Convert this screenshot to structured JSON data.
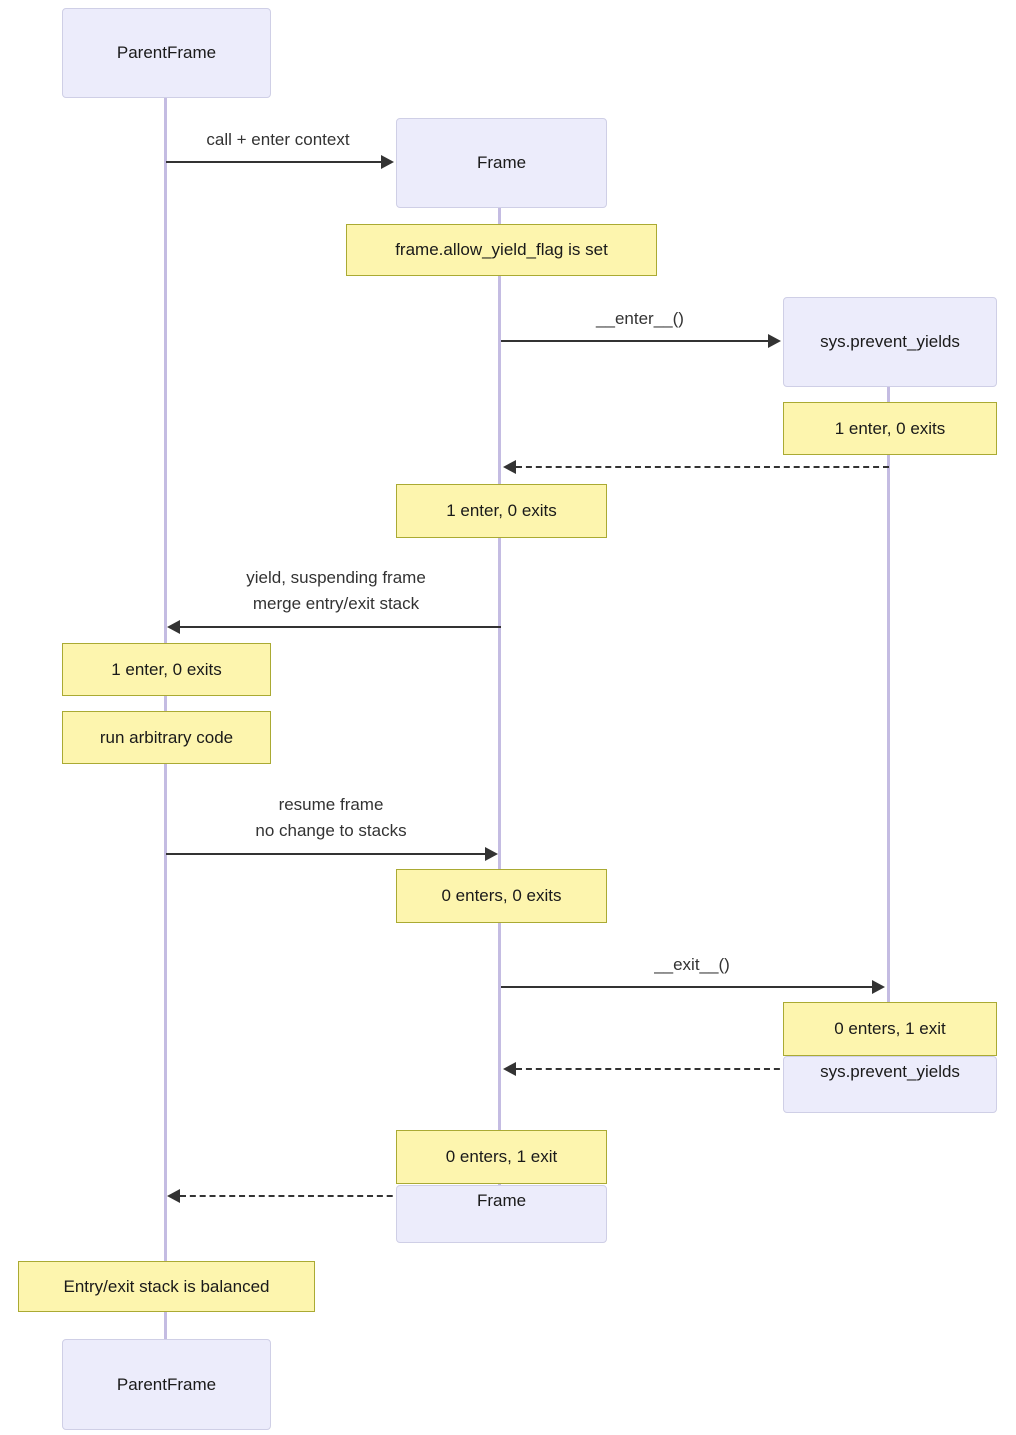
{
  "colors": {
    "background": "#ffffff",
    "actor_fill": "#ECECFB",
    "actor_border": "#CFCFE6",
    "note_fill": "#FDF5AE",
    "note_border": "#AAAA33",
    "lifeline": "#C4BCE2",
    "line": "#333333",
    "message_text": "#333333",
    "label_text": "#1A1A1A"
  },
  "actors": {
    "parent_frame": "ParentFrame",
    "frame": "Frame",
    "sys_prevent_yields": "sys.prevent_yields"
  },
  "messages": {
    "call_enter_context": "call + enter context",
    "enter": "__enter__()",
    "yield_suspend_line1": "yield, suspending frame",
    "yield_suspend_line2": "merge entry/exit stack",
    "resume_line1": "resume frame",
    "resume_line2": "no change to stacks",
    "exit": "__exit__()"
  },
  "notes": {
    "allow_yield_flag_set": "frame.allow_yield_flag is set",
    "sys_enter_count": "1 enter, 0 exits",
    "frame_enter_count": "1 enter, 0 exits",
    "parent_enter_count": "1 enter, 0 exits",
    "run_arbitrary_code": "run arbitrary code",
    "frame_resume_count": "0 enters, 0 exits",
    "sys_exit_count": "0 enters, 1 exit",
    "frame_exit_count": "0 enters, 1 exit",
    "stack_balanced": "Entry/exit stack is balanced"
  }
}
